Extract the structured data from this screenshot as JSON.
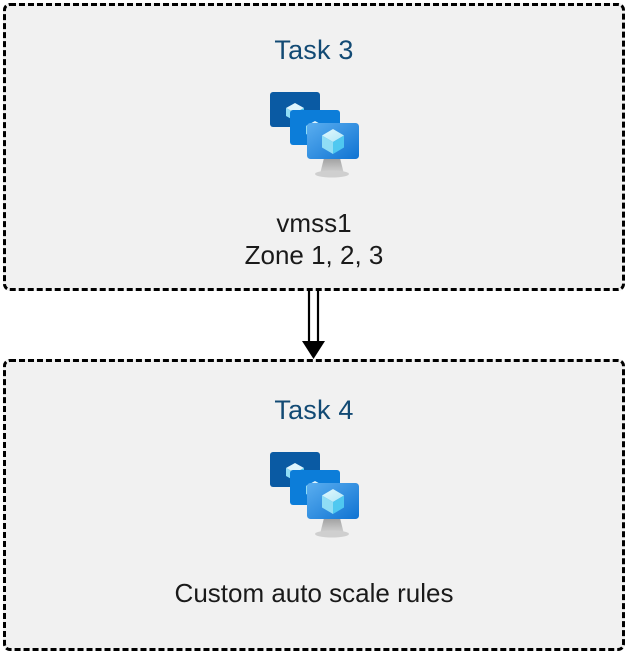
{
  "diagram": {
    "type": "flow",
    "background_color": "#ffffff",
    "box_fill_color": "#f1f1f1",
    "box_border_color": "#000000",
    "title_color": "#124a74",
    "caption_color": "#1a1a1a",
    "boxes": [
      {
        "title": "Task 3",
        "icon": "azure-vm-scale-set-icon",
        "caption": "vmss1\nZone 1, 2, 3"
      },
      {
        "title": "Task 4",
        "icon": "azure-vm-scale-set-icon",
        "caption": "Custom auto scale rules"
      }
    ],
    "connector": {
      "name": "double-line-down-arrow",
      "from": "Task 3",
      "to": "Task 4",
      "color": "#000000"
    },
    "icon_colors": {
      "monitor_back": "#0a5aa3",
      "monitor_middle": "#0c7dd9",
      "monitor_front_light": "#50a8ef",
      "monitor_front_dark": "#1076d4",
      "cube_light": "#c9f0fb",
      "cube_mid": "#9ae3f7",
      "cube_dark": "#4fc8f0",
      "stand_gray": "#b3b3b3"
    }
  }
}
